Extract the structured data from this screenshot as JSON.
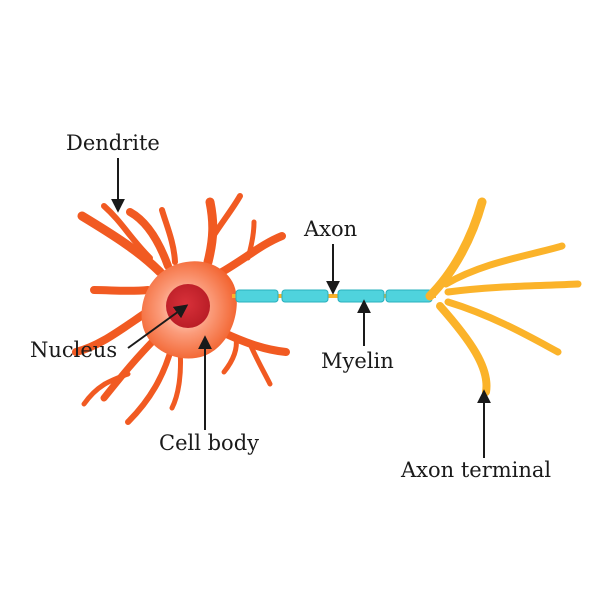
{
  "labels": {
    "dendrite": "Dendrite",
    "axon": "Axon",
    "nucleus": "Nucleus",
    "myelin": "Myelin",
    "cell_body": "Cell body",
    "axon_terminal": "Axon terminal"
  },
  "colors": {
    "cell_body": "#f15a22",
    "cell_body_highlight": "#ffd7c8",
    "nucleus": "#c8222c",
    "axon_terminal": "#fbb32a",
    "myelin": "#4fd3dd",
    "myelin_edge": "#2ab0bd",
    "text": "#1a1a1a",
    "arrow": "#1a1a1a"
  }
}
